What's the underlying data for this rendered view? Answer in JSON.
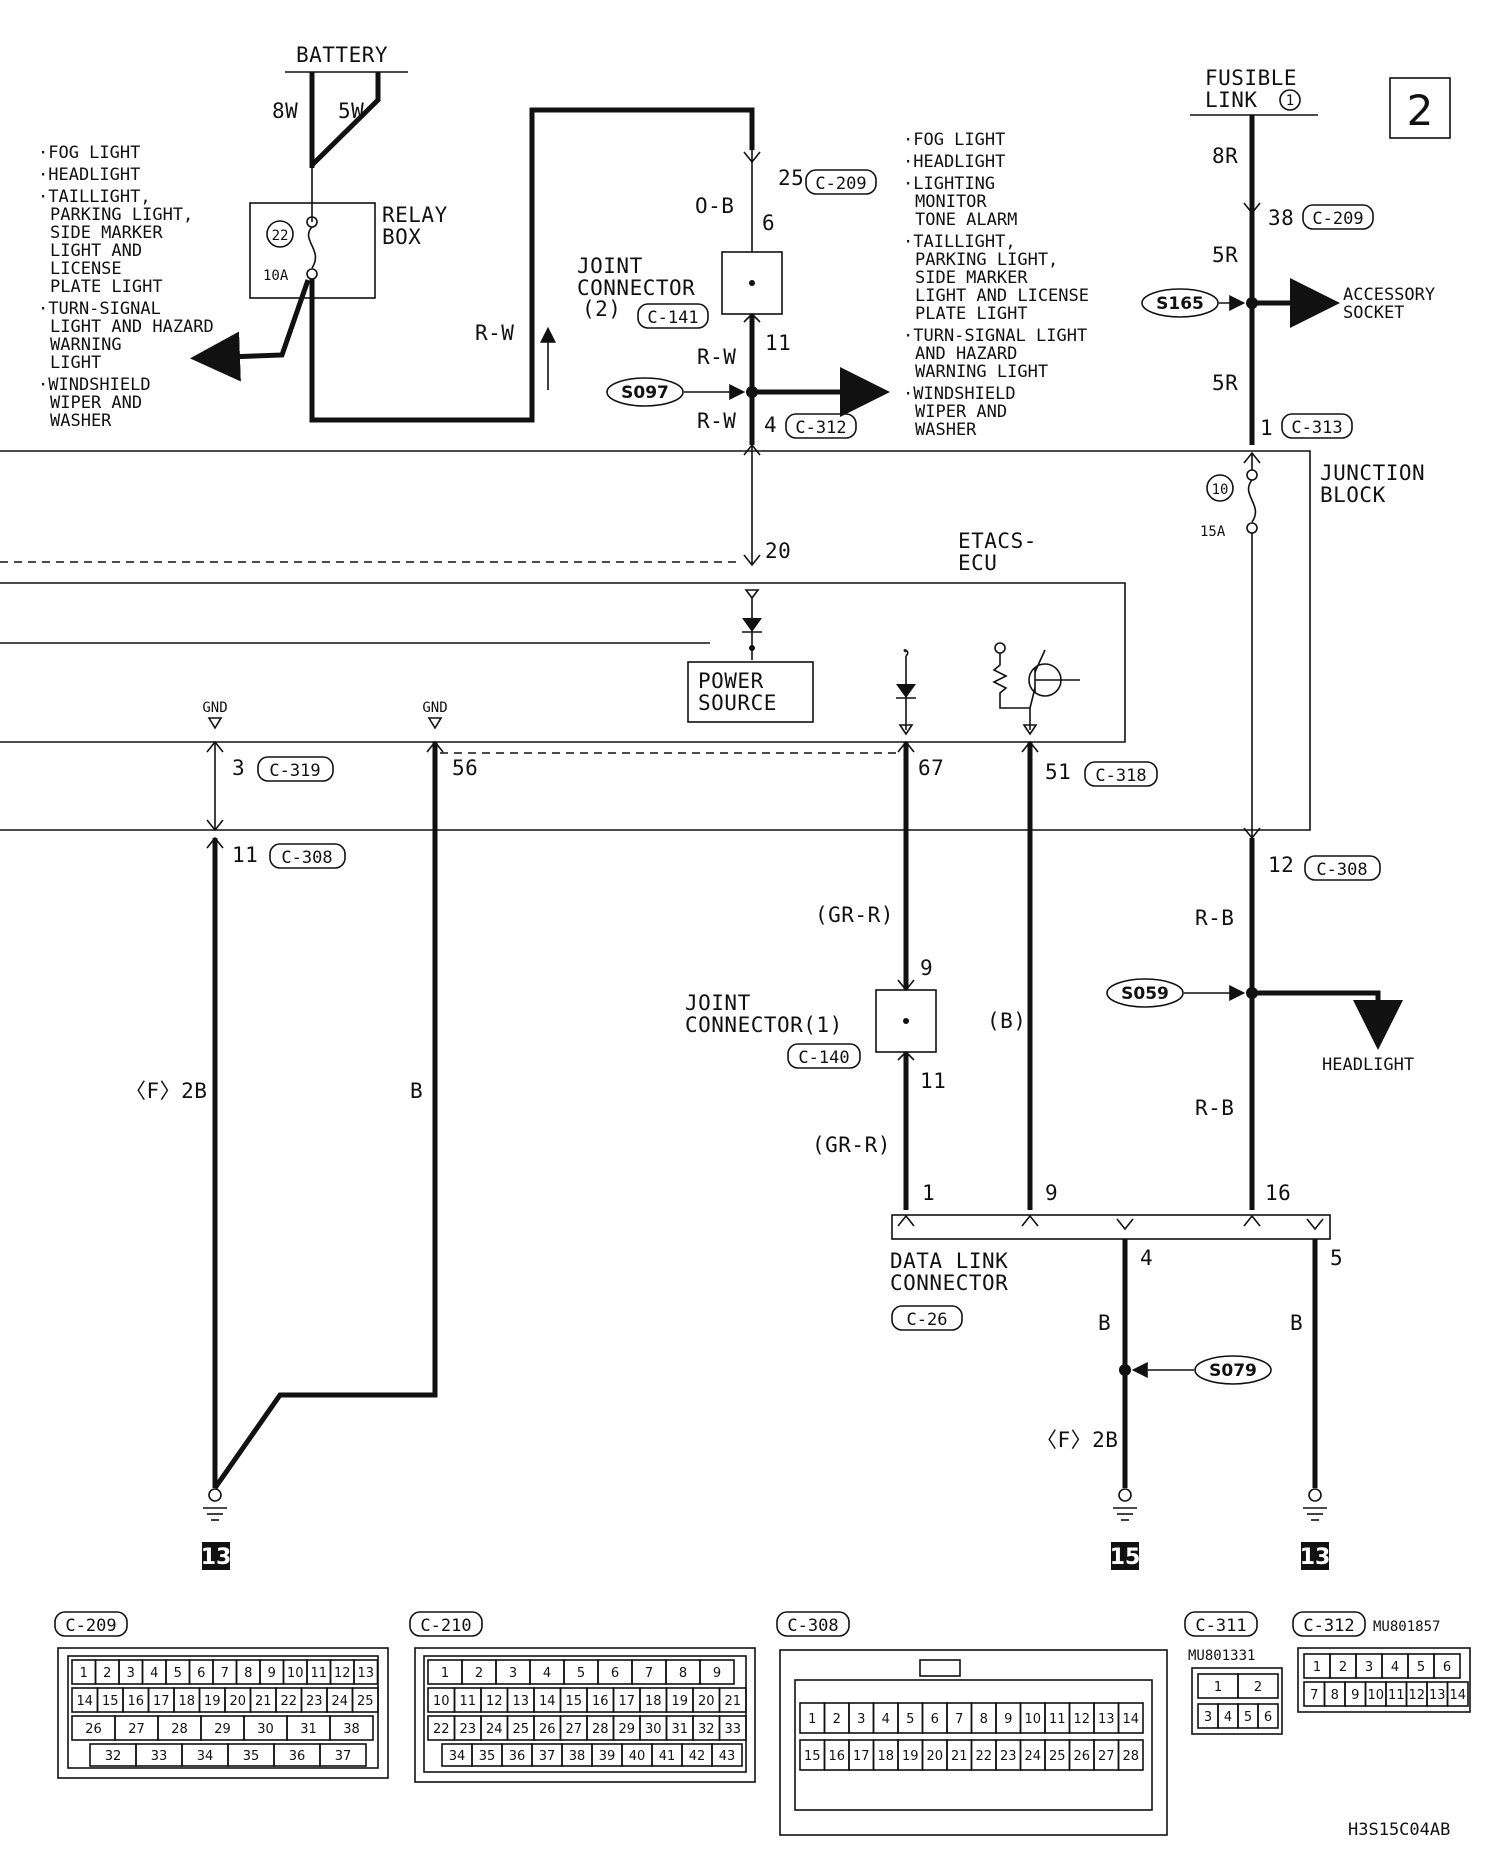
{
  "page_number": "2",
  "figure_code": "H3S15C04AB",
  "battery": {
    "label": "BATTERY",
    "wire_left": "8W",
    "wire_right": "5W"
  },
  "relay_box": {
    "label_l1": "RELAY",
    "label_l2": "BOX",
    "fuse_no": "22",
    "fuse_amp": "10A"
  },
  "left_loads": [
    "·FOG LIGHT",
    "·HEADLIGHT",
    "·TAILLIGHT,",
    "PARKING LIGHT,",
    "SIDE MARKER",
    "LIGHT AND",
    "LICENSE",
    "PLATE LIGHT",
    "·TURN-SIGNAL",
    "LIGHT AND HAZARD",
    "WARNING",
    "LIGHT",
    "·WINDSHIELD",
    "WIPER AND",
    "WASHER"
  ],
  "right_loads": [
    "·FOG LIGHT",
    "·HEADLIGHT",
    "·LIGHTING",
    "MONITOR",
    "TONE ALARM",
    "·TAILLIGHT,",
    "PARKING LIGHT,",
    "SIDE MARKER",
    "LIGHT AND LICENSE",
    "PLATE LIGHT",
    "·TURN-SIGNAL LIGHT",
    "AND HAZARD",
    "WARNING LIGHT",
    "·WINDSHIELD",
    "WIPER AND",
    "WASHER"
  ],
  "center_circuit": {
    "rw": "R-W",
    "ob": "O-B",
    "pin25": "25",
    "c209": "C-209",
    "pin6": "6",
    "pin11": "11",
    "rw2": "R-W",
    "rw3": "R-W",
    "pin4": "4",
    "c312": "C-312",
    "joint2_l1": "JOINT",
    "joint2_l2": "CONNECTOR",
    "joint2_l3": "(2)",
    "c141": "C-141",
    "s097": "S097"
  },
  "fusible": {
    "label_l1": "FUSIBLE",
    "label_l2": "LINK",
    "link_no": "1",
    "w8r": "8R",
    "pin38": "38",
    "c209": "C-209",
    "w5r": "5R",
    "w5r2": "5R",
    "s165": "S165",
    "accessory_l1": "ACCESSORY",
    "accessory_l2": "SOCKET",
    "pin1": "1",
    "c313": "C-313"
  },
  "junction_block": {
    "label_l1": "JUNCTION",
    "label_l2": "BLOCK",
    "fuse_no": "10",
    "fuse_amp": "15A"
  },
  "etacs": {
    "label_l1": "ETACS-",
    "label_l2": "ECU",
    "pin20": "20",
    "power_l1": "POWER",
    "power_l2": "SOURCE",
    "gnd1": "GND",
    "gnd2": "GND"
  },
  "lower": {
    "pin3": "3",
    "c319": "C-319",
    "pin56": "56",
    "pin67": "67",
    "pin51": "51",
    "c318": "C-318",
    "pin11": "11",
    "c308": "C-308",
    "pin12": "12",
    "c308b": "C-308",
    "f2b": "〈F〉2B",
    "b": "B",
    "grr1": "(GR-R)",
    "grr2": "(GR-R)",
    "pin9": "9",
    "pin11b": "11",
    "joint1_l1": "JOINT",
    "joint1_l2": "CONNECTOR(1)",
    "c140": "C-140",
    "b_paren": "(B)",
    "rb1": "R-B",
    "rb2": "R-B",
    "s059": "S059",
    "headlight": "HEADLIGHT",
    "dlc_pin1": "1",
    "dlc_pin9": "9",
    "dlc_pin16": "16",
    "dlc_pin4": "4",
    "dlc_pin5": "5",
    "dlc_l1": "DATA LINK",
    "dlc_l2": "CONNECTOR",
    "c26": "C-26",
    "b4": "B",
    "b5": "B",
    "s079": "S079",
    "f2b2": "〈F〉2B",
    "gnd13a": "13",
    "gnd15": "15",
    "gnd13b": "13"
  },
  "connectors": {
    "c209": {
      "title": "C-209",
      "row1": [
        "1",
        "2",
        "3",
        "4",
        "5",
        "6",
        "7",
        "8",
        "9",
        "10",
        "11",
        "12",
        "13"
      ],
      "row2": [
        "14",
        "15",
        "16",
        "17",
        "18",
        "19",
        "20",
        "21",
        "22",
        "23",
        "24",
        "25"
      ],
      "row3": [
        "26",
        "27",
        "28",
        "29",
        "30",
        "31",
        "38"
      ],
      "row4": [
        "32",
        "33",
        "34",
        "35",
        "36",
        "37"
      ]
    },
    "c210": {
      "title": "C-210",
      "row1": [
        "1",
        "2",
        "3",
        "4",
        "5",
        "6",
        "7",
        "8",
        "9"
      ],
      "row2": [
        "10",
        "11",
        "12",
        "13",
        "14",
        "15",
        "16",
        "17",
        "18",
        "19",
        "20",
        "21"
      ],
      "row3": [
        "22",
        "23",
        "24",
        "25",
        "26",
        "27",
        "28",
        "29",
        "30",
        "31",
        "32",
        "33"
      ],
      "row4": [
        "34",
        "35",
        "36",
        "37",
        "38",
        "39",
        "40",
        "41",
        "42",
        "43"
      ]
    },
    "c308": {
      "title": "C-308",
      "row1": [
        "1",
        "2",
        "3",
        "4",
        "5",
        "6",
        "7",
        "8",
        "9",
        "10",
        "11",
        "12",
        "13",
        "14"
      ],
      "row2": [
        "15",
        "16",
        "17",
        "18",
        "19",
        "20",
        "21",
        "22",
        "23",
        "24",
        "25",
        "26",
        "27",
        "28"
      ]
    },
    "c311": {
      "title": "C-311",
      "part": "MU801331",
      "row1": [
        "1",
        "2"
      ],
      "row2": [
        "3",
        "4",
        "5",
        "6"
      ]
    },
    "c312": {
      "title": "C-312",
      "part": "MU801857",
      "row1": [
        "1",
        "2",
        "3",
        "4",
        "5",
        "6"
      ],
      "row2": [
        "7",
        "8",
        "9",
        "10",
        "11",
        "12",
        "13",
        "14"
      ]
    }
  }
}
